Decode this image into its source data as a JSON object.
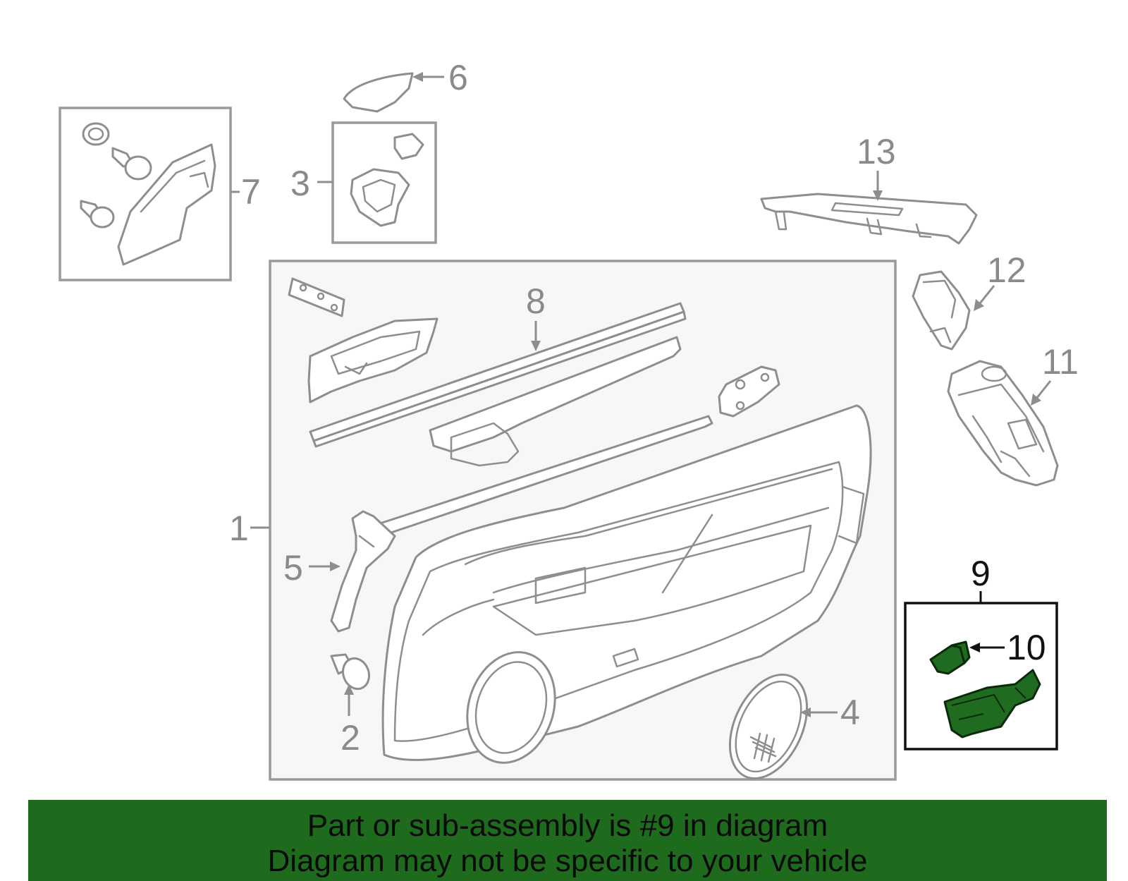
{
  "callouts": {
    "c1": "1",
    "c2": "2",
    "c3": "3",
    "c4": "4",
    "c5": "5",
    "c6": "6",
    "c7": "7",
    "c8": "8",
    "c9": "9",
    "c10": "10",
    "c11": "11",
    "c12": "12",
    "c13": "13"
  },
  "highlight": {
    "color": "#1e6b1e"
  },
  "banner": {
    "line1": "Part or sub-assembly is #9 in diagram",
    "line2": "Diagram may not be specific to your vehicle",
    "background": "#1e6b1e"
  }
}
